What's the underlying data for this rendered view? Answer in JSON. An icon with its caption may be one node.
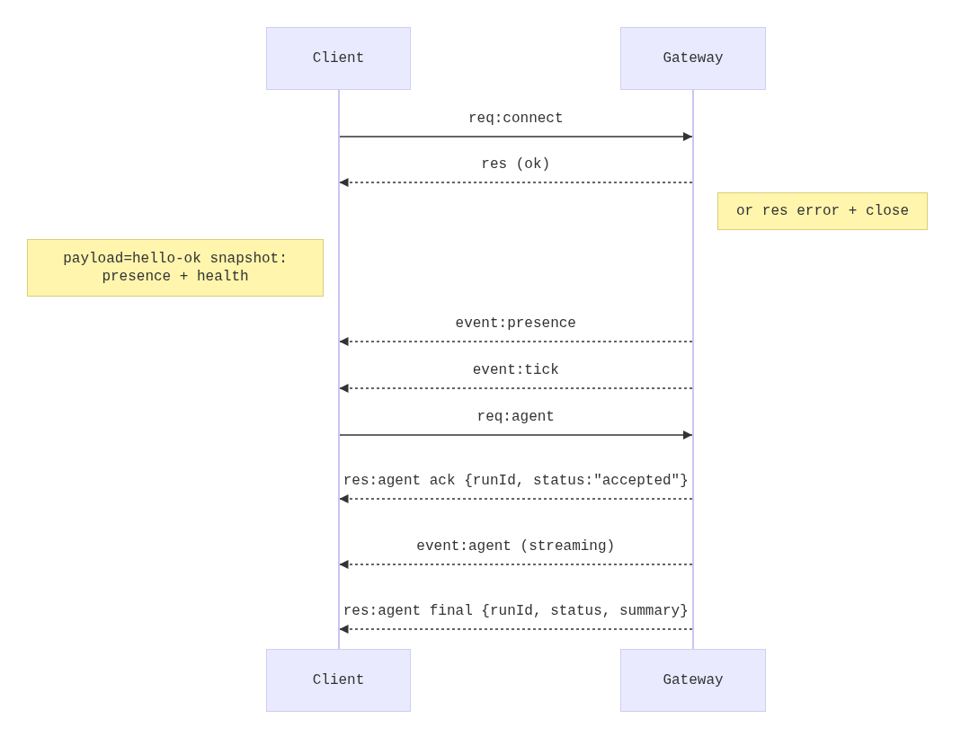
{
  "diagram": {
    "nodes": [
      {
        "text": [
          "Client"
        ]
      },
      {
        "text": [
          "Gateway"
        ]
      },
      {
        "text": [],
        "shape": "line"
      },
      {
        "text": [],
        "shape": "line"
      },
      {
        "text": [
          "or res error + close"
        ]
      },
      {
        "text": [
          "payload=hello-ok snapshot: presence + health"
        ]
      },
      {
        "text": [
          "Client"
        ]
      },
      {
        "text": [
          "Gateway"
        ]
      }
    ],
    "edges": [
      {
        "from": 2,
        "to": 3,
        "arrow": "to",
        "label": "req:connect"
      },
      {
        "from": 3,
        "to": 2,
        "arrow": "to",
        "label": "res (ok)",
        "style": "dashed"
      },
      {
        "from": 3,
        "to": 2,
        "arrow": "to",
        "label": "event:presence",
        "style": "dashed"
      },
      {
        "from": 3,
        "to": 2,
        "arrow": "to",
        "label": "event:tick",
        "style": "dashed"
      },
      {
        "from": 2,
        "to": 3,
        "arrow": "to",
        "label": "req:agent"
      },
      {
        "from": 3,
        "to": 2,
        "arrow": "to",
        "label": "res:agent ack {runId, status:\"accepted\"}",
        "style": "dashed"
      },
      {
        "from": 3,
        "to": 2,
        "arrow": "to",
        "label": "event:agent (streaming)",
        "style": "dashed"
      },
      {
        "from": 3,
        "to": 2,
        "arrow": "to",
        "label": "res:agent final {runId, status, summary}",
        "style": "dashed"
      }
    ]
  }
}
